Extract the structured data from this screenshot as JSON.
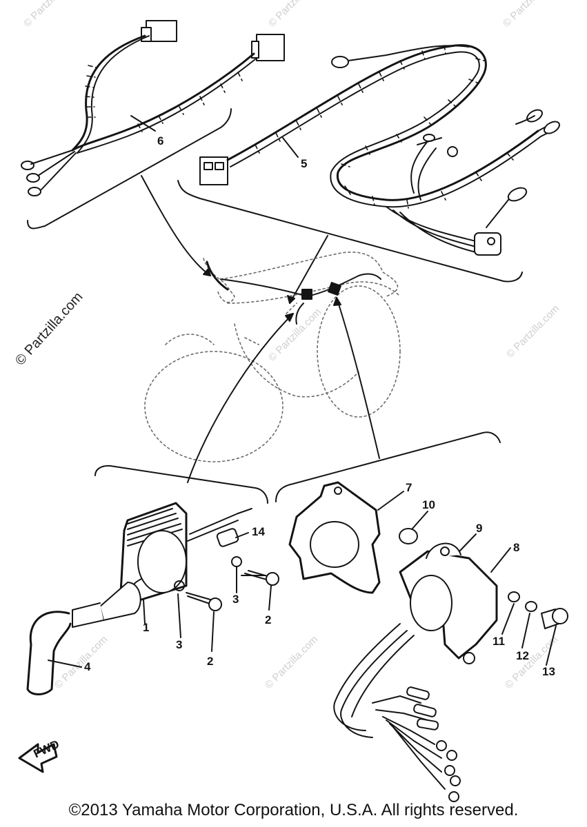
{
  "watermark": {
    "text": "© Partzilla.com",
    "repeat_text": "© Partzilla.com"
  },
  "footer": {
    "copyright": "©2013  Yamaha Motor Corporation, U.S.A. All rights reserved."
  },
  "callouts": {
    "c1": "1",
    "c2a": "2",
    "c2b": "2",
    "c3a": "3",
    "c3b": "3",
    "c4": "4",
    "c5": "5",
    "c6": "6",
    "c7": "7",
    "c8": "8",
    "c9": "9",
    "c10": "10",
    "c11": "11",
    "c12": "12",
    "c13": "13",
    "c14": "14"
  },
  "fwd_label": "FWD"
}
